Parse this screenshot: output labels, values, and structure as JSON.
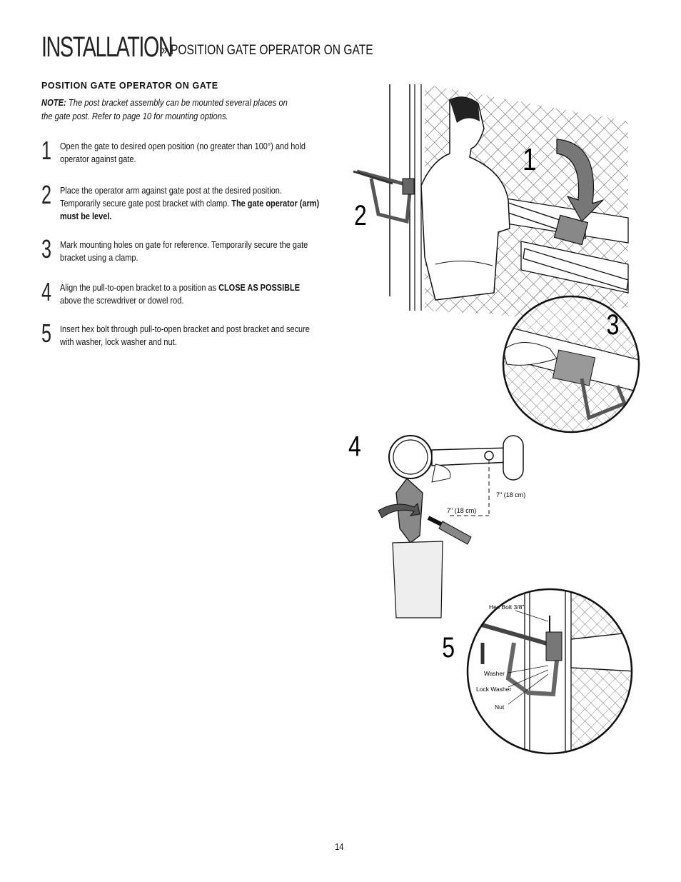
{
  "header": {
    "title_main": "INSTALLATION",
    "title_sub": "» POSITION GATE OPERATOR ON GATE"
  },
  "section": {
    "heading": "POSITION GATE OPERATOR ON GATE",
    "note_label": "NOTE:",
    "note_text": "The post bracket assembly can be mounted several places on the gate post. Refer to page 10 for mounting options."
  },
  "steps": [
    {
      "num": "1",
      "text": "Open the gate to desired open position (no greater than 100°) and hold operator against gate.",
      "bold": ""
    },
    {
      "num": "2",
      "text": "Place the operator arm against gate post at the desired position. Temporarily secure gate post bracket with clamp. ",
      "bold": "The gate operator (arm) must be level."
    },
    {
      "num": "3",
      "text": "Mark mounting holes on gate for reference. Temporarily secure the gate bracket using a clamp.",
      "bold": ""
    },
    {
      "num": "4",
      "text_before": "Align the pull-to-open bracket to a position as ",
      "bold": "CLOSE AS POSSIBLE",
      "text_after": " above the screwdriver or dowel rod."
    },
    {
      "num": "5",
      "text": "Insert hex bolt through pull-to-open bracket and post bracket and secure with washer, lock washer and nut.",
      "bold": ""
    }
  ],
  "figure": {
    "callouts": [
      "1",
      "2",
      "3",
      "4",
      "5"
    ],
    "dim_vertical": "7\" (18 cm)",
    "dim_horizontal": "7\" (18 cm)",
    "hex_bolt": "Hex Bolt 3/8\"",
    "washer": "Washer",
    "lock_washer": "Lock Washer",
    "nut": "Nut"
  },
  "footer": {
    "page_number": "14"
  }
}
